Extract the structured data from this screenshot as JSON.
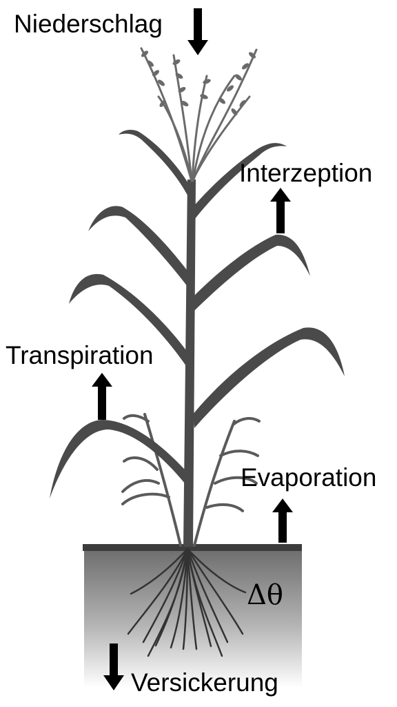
{
  "labels": {
    "precipitation": "Niederschlag",
    "interception": "Interzeption",
    "transpiration": "Transpiration",
    "evaporation": "Evaporation",
    "soil_moisture_change": "Δθ",
    "percolation": "Versickerung"
  },
  "arrows": {
    "precipitation": "down",
    "interception": "up",
    "transpiration": "up",
    "evaporation": "up",
    "percolation": "down"
  },
  "colors": {
    "plant": "#4a4a4a",
    "arrow": "#000000",
    "soil_surface": "#3c3c3c",
    "soil_top": "#6e6e6e",
    "soil_bottom": "#ffffff",
    "roots": "#333333",
    "text": "#000000"
  }
}
